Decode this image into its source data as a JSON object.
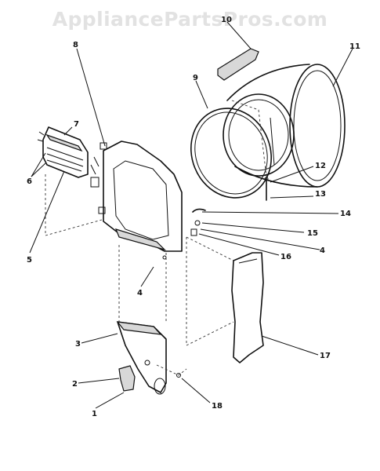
{
  "watermark": "AppliancePartsPros.com",
  "callouts": [
    {
      "id": "c1",
      "text": "1"
    },
    {
      "id": "c2",
      "text": "2"
    },
    {
      "id": "c3",
      "text": "3"
    },
    {
      "id": "c4a",
      "text": "4"
    },
    {
      "id": "c4b",
      "text": "4"
    },
    {
      "id": "c5",
      "text": "5"
    },
    {
      "id": "c6",
      "text": "6"
    },
    {
      "id": "c7",
      "text": "7"
    },
    {
      "id": "c8",
      "text": "8"
    },
    {
      "id": "c9",
      "text": "9"
    },
    {
      "id": "c10",
      "text": "10"
    },
    {
      "id": "c11",
      "text": "11"
    },
    {
      "id": "c12",
      "text": "12"
    },
    {
      "id": "c13",
      "text": "13"
    },
    {
      "id": "c14",
      "text": "14"
    },
    {
      "id": "c15",
      "text": "15"
    },
    {
      "id": "c16",
      "text": "16"
    },
    {
      "id": "c17",
      "text": "17"
    },
    {
      "id": "c18",
      "text": "18"
    }
  ]
}
